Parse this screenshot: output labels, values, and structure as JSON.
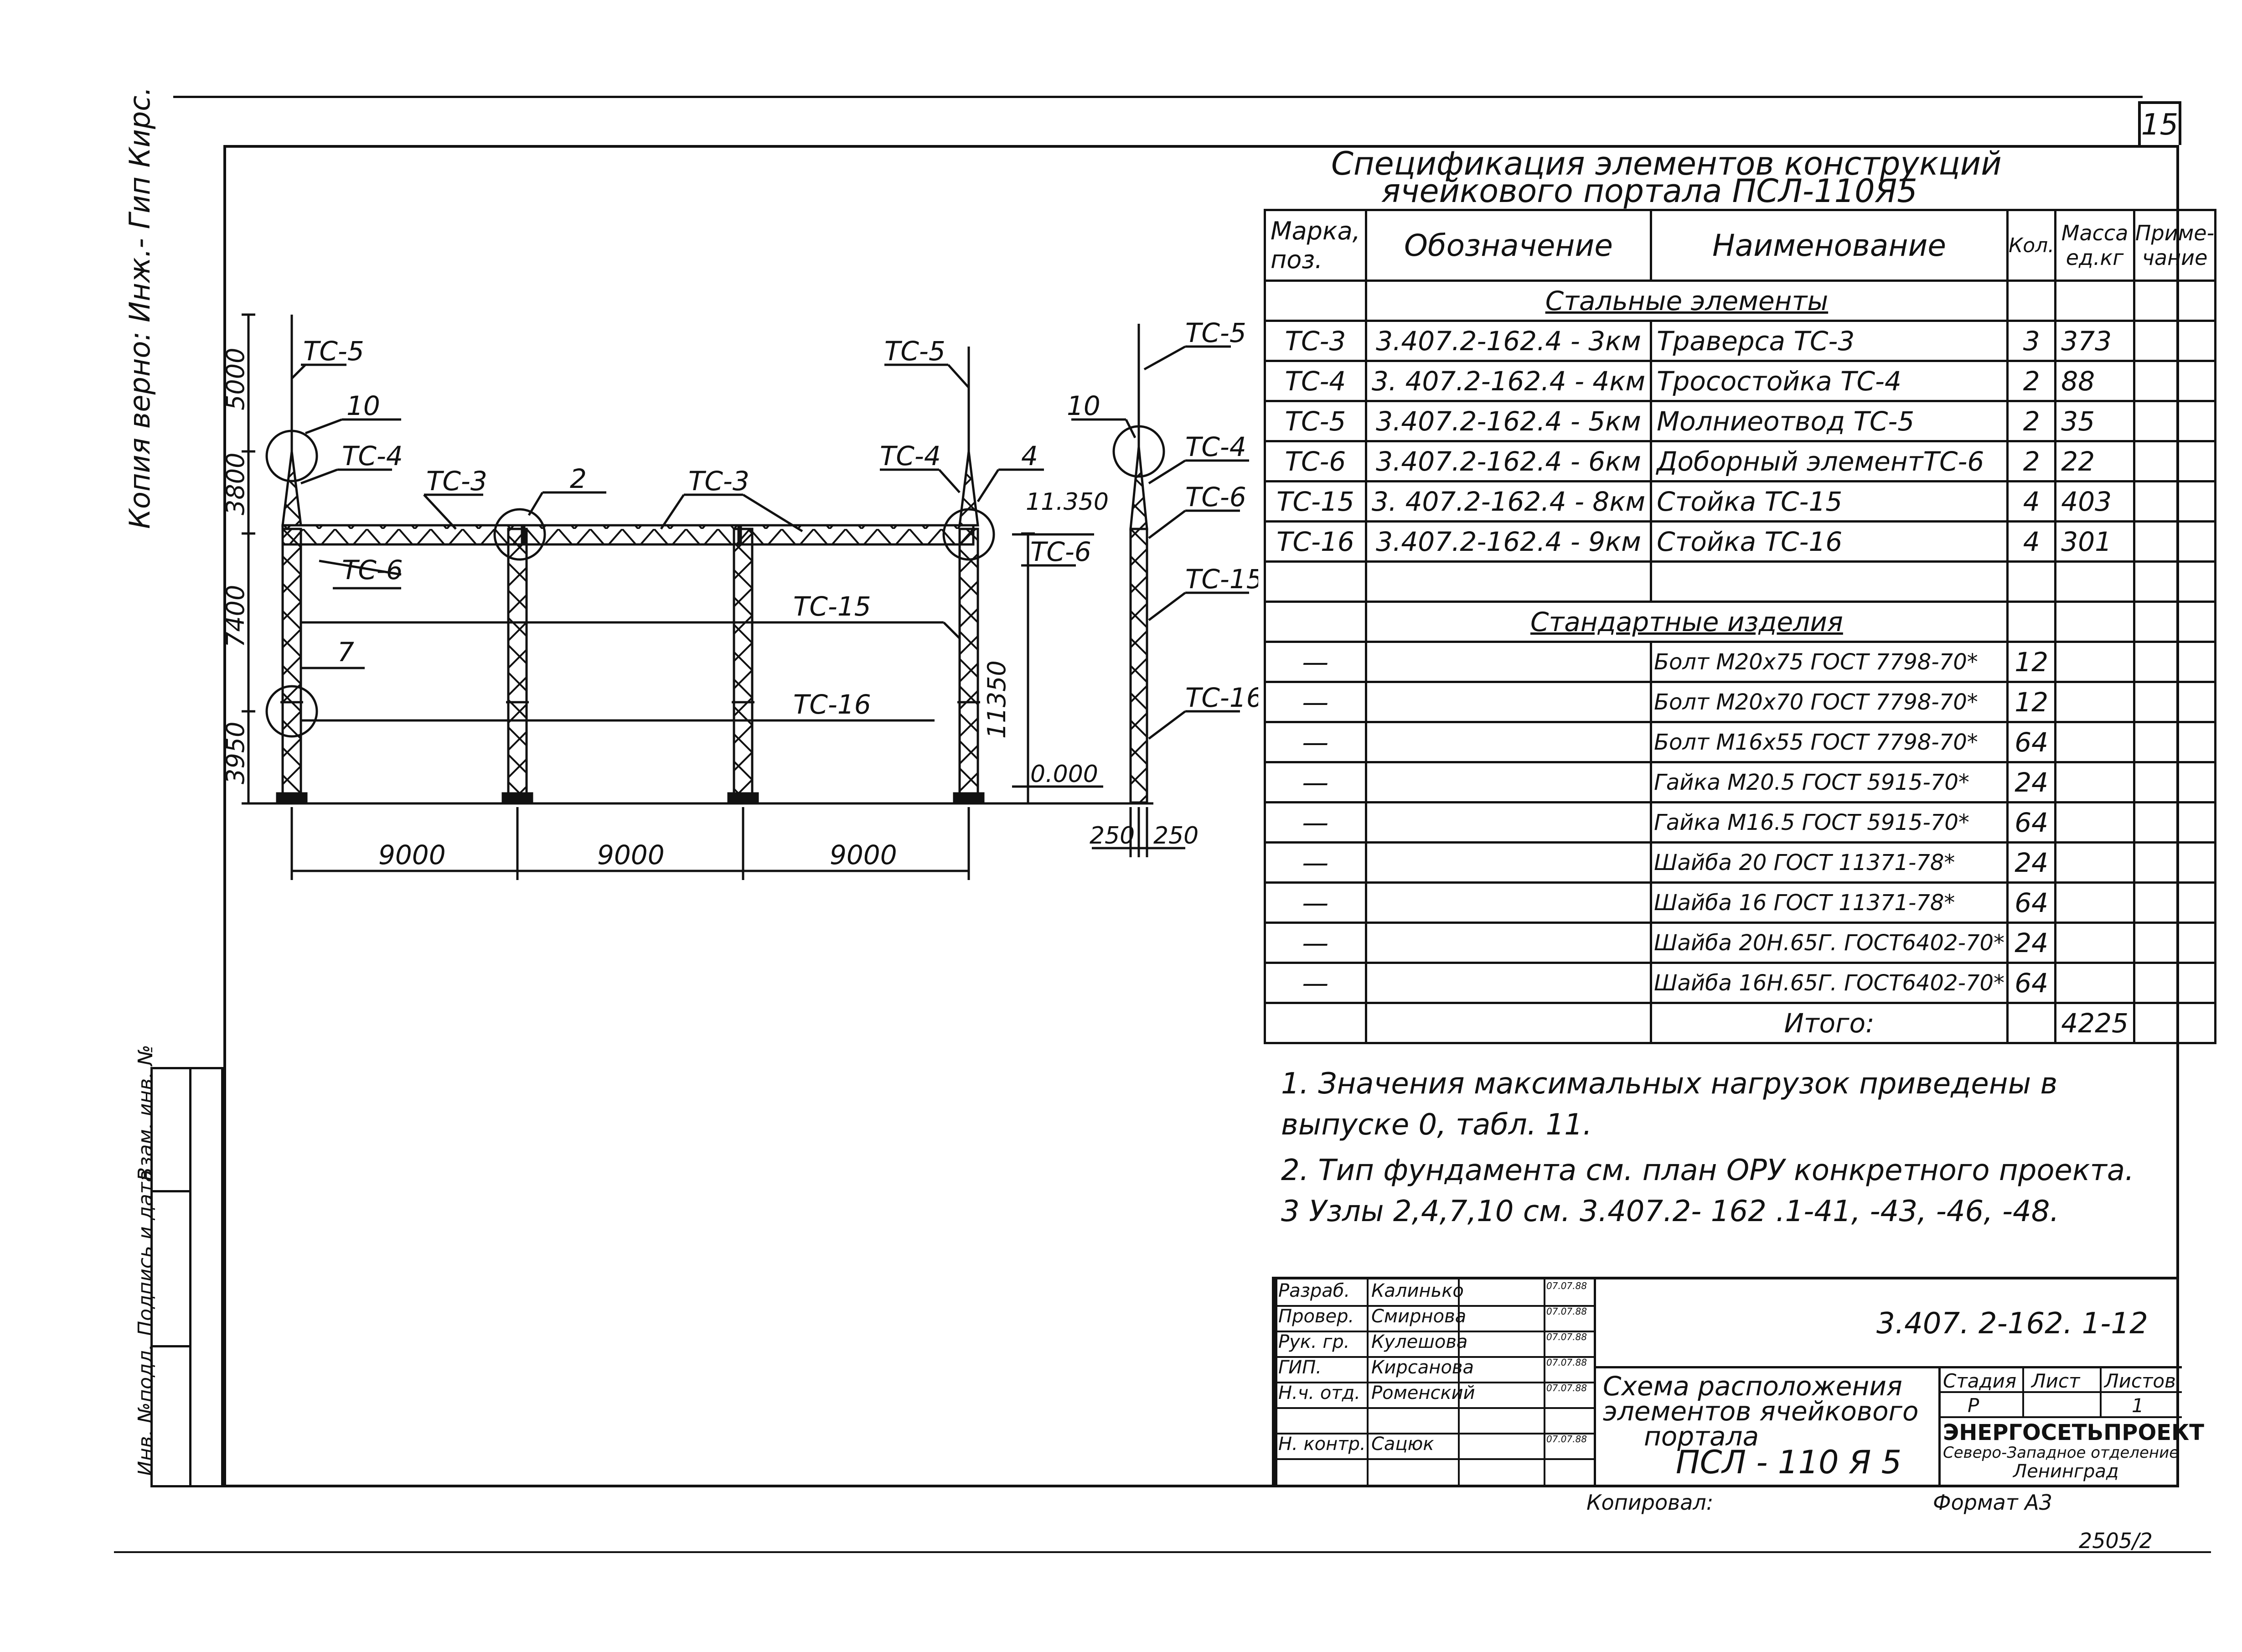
{
  "sheet_number": "15",
  "side_note": "Копия верно: Инж.- Гип Кирс.",
  "left_stamp": {
    "inv_podl": "Инв. №подл.",
    "podpis": "Подпись и дата",
    "vzam": "Взам. инв. №"
  },
  "spec": {
    "title_line1": "Спецификация   элементов   конструкций",
    "title_line2": "ячейкового   портала   ПСЛ-110Я5",
    "headers": {
      "mark": "Марка,",
      "mark2": "поз.",
      "designation": "Обозначение",
      "name": "Наименование",
      "qty": "Кол.",
      "mass": "Масса",
      "mass2": "ед.кг",
      "note": "Приме-",
      "note2": "чание"
    },
    "section_steel": "Стальные   элементы",
    "steel_rows": [
      {
        "mark": "ТС-3",
        "designation": "3.407.2-162.4 - 3км",
        "name": "Траверса  ТС-3",
        "qty": "3",
        "mass": "373"
      },
      {
        "mark": "ТС-4",
        "designation": "3. 407.2-162.4 - 4км",
        "name": "Тросостойка  ТС-4",
        "qty": "2",
        "mass": "88"
      },
      {
        "mark": "ТС-5",
        "designation": "3.407.2-162.4 - 5км",
        "name": "Молниеотвод ТС-5",
        "qty": "2",
        "mass": "35"
      },
      {
        "mark": "ТС-6",
        "designation": "3.407.2-162.4 - 6км",
        "name": "Доборный элементТС-6",
        "qty": "2",
        "mass": "22"
      },
      {
        "mark": "ТС-15",
        "designation": "3. 407.2-162.4 - 8км",
        "name": "Стойка  ТС-15",
        "qty": "4",
        "mass": "403"
      },
      {
        "mark": "ТС-16",
        "designation": "3.407.2-162.4 - 9км",
        "name": "Стойка  ТС-16",
        "qty": "4",
        "mass": "301"
      }
    ],
    "section_standard": "Стандартные   изделия",
    "std_rows": [
      {
        "mark": "—",
        "name": "Болт М20х75 ГОСТ 7798-70*",
        "qty": "12"
      },
      {
        "mark": "—",
        "name": "Болт М20х70 ГОСТ 7798-70*",
        "qty": "12"
      },
      {
        "mark": "—",
        "name": "Болт М16х55 ГОСТ 7798-70*",
        "qty": "64"
      },
      {
        "mark": "—",
        "name": "Гайка М20.5 ГОСТ 5915-70*",
        "qty": "24"
      },
      {
        "mark": "—",
        "name": "Гайка М16.5 ГОСТ 5915-70*",
        "qty": "64"
      },
      {
        "mark": "—",
        "name": "Шайба 20 ГОСТ 11371-78*",
        "qty": "24"
      },
      {
        "mark": "—",
        "name": "Шайба 16 ГОСТ 11371-78*",
        "qty": "64"
      },
      {
        "mark": "—",
        "name": "Шайба 20Н.65Г. ГОСТ6402-70*",
        "qty": "24"
      },
      {
        "mark": "—",
        "name": "Шайба 16Н.65Г. ГОСТ6402-70*",
        "qty": "64"
      }
    ],
    "total_label": "Итого:",
    "total_value": "4225"
  },
  "notes": [
    "1.  Значения  максимальных  нагрузок  приведены  в",
    "     выпуске 0, табл. 11.",
    "2.  Тип  фундамента  см.  план  ОРУ  конкретного  проекта.",
    "3   Узлы  2,4,7,10  см.  3.407.2- 162 .1-41, -43, -46, -48."
  ],
  "drawing": {
    "labels": {
      "tc5": "ТС-5",
      "tc4": "ТС-4",
      "tc3": "ТС-3",
      "tc6": "ТС-6",
      "tc15": "ТС-15",
      "tc16": "ТС-16",
      "n10": "10",
      "n2": "2",
      "n4": "4",
      "n7": "7",
      "elev_top": "11.350",
      "elev_zero": "0.000",
      "height_total": "11350",
      "d5000": "5000",
      "d3800": "3800",
      "d7400": "7400",
      "d3950": "3950",
      "d9000a": "9000",
      "d9000b": "9000",
      "d9000c": "9000",
      "d250a": "250",
      "d250b": "250"
    }
  },
  "title_block": {
    "doc_code": "3.407. 2-162. 1-12",
    "roles": [
      "Разраб.",
      "Провер.",
      "Рук. гр.",
      "ГИП.",
      "Н.ч. отд.",
      "",
      "Н. контр."
    ],
    "names": [
      "Калинько",
      "Смирнова",
      "Кулешова",
      "Кирсанова",
      "Роменский",
      "",
      "Сацюк"
    ],
    "dates": [
      "07.07.88",
      "07.07.88",
      "07.07.88",
      "07.07.88",
      "07.07.88",
      "",
      "07.07.88"
    ],
    "title_line1": "Схема  расположения",
    "title_line2": "элементов  ячейкового",
    "title_line3": "портала",
    "title_line4": "ПСЛ - 110 Я 5",
    "stage_label": "Стадия",
    "sheet_label": "Лист",
    "sheets_label": "Листов",
    "stage": "Р",
    "sheets": "1",
    "org1": "ЭНЕРГОСЕТЬПРОЕКТ",
    "org2": "Северо-Западное отделение",
    "org3": "Ленинград",
    "copied": "Копировал:",
    "format": "Формат А3",
    "archive": "2505/2"
  }
}
